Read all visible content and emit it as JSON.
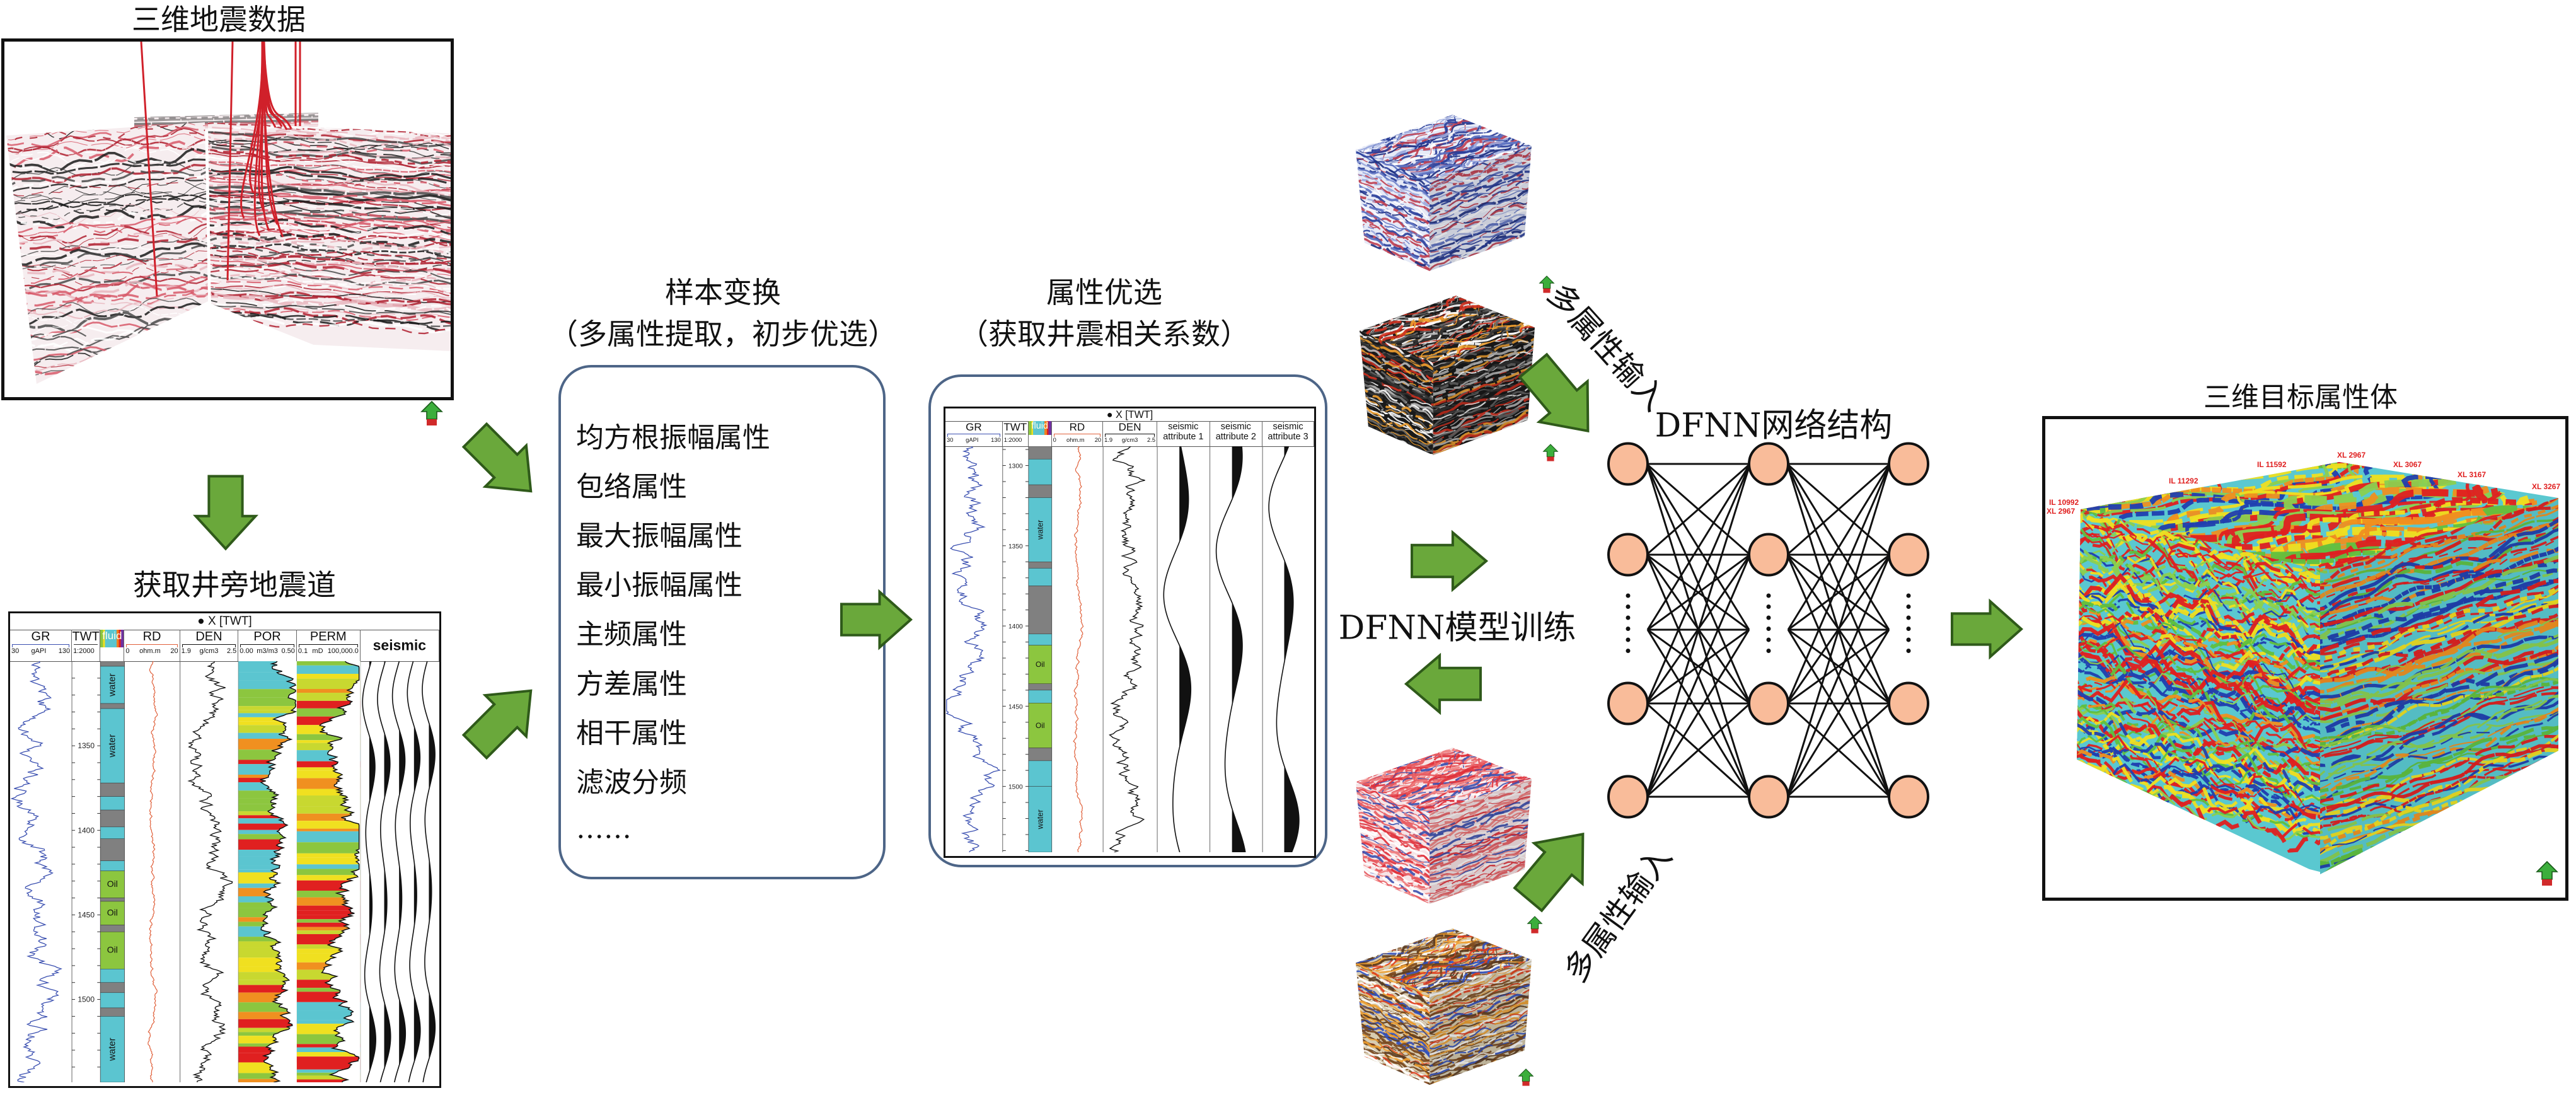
{
  "seismic_data": {
    "title": "三维地震数据"
  },
  "well_trace": {
    "title": "获取井旁地震道"
  },
  "sample_transform": {
    "title": "样本变换",
    "subtitle": "（多属性提取，初步优选）",
    "items": [
      "均方根振幅属性",
      "包络属性",
      "最大振幅属性",
      "最小振幅属性",
      "主频属性",
      "方差属性",
      "相干属性",
      "滤波分频",
      "……"
    ]
  },
  "attribute_selection": {
    "title": "属性优选",
    "subtitle": "（获取井震相关系数）"
  },
  "log_left": {
    "title": "● X [TWT]",
    "columns": [
      {
        "kind": "gr",
        "name": "GR",
        "min": "30",
        "unit": "gAPI",
        "max": "130",
        "color": "#3a4fb0"
      },
      {
        "kind": "twt",
        "name": "TWT",
        "scale": "1:2000"
      },
      {
        "kind": "fluid",
        "name": "fluid"
      },
      {
        "kind": "rd",
        "name": "RD",
        "min": "0",
        "unit": "ohm.m",
        "max": "20",
        "color": "#e0603a"
      },
      {
        "kind": "den",
        "name": "DEN",
        "min": "1.9",
        "unit": "g/cm3",
        "max": "2.5",
        "color": "#111111"
      },
      {
        "kind": "por",
        "name": "POR",
        "min": "0.00",
        "unit": "m3/m3",
        "max": "0.50",
        "color": "#111111"
      },
      {
        "kind": "perm",
        "name": "PERM",
        "min": "0.1",
        "unit": "mD",
        "max": "100,000.0",
        "color": "#111111"
      },
      {
        "kind": "wig",
        "name": "seismic"
      }
    ],
    "depth_range": [
      1300,
      1549
    ],
    "depth_ticks": [
      "1350",
      "1400",
      "1450",
      "1500"
    ],
    "fluid": [
      {
        "from": 1300,
        "to": 1303,
        "type": "shale"
      },
      {
        "from": 1303,
        "to": 1325,
        "type": "water",
        "label": "water"
      },
      {
        "from": 1325,
        "to": 1328,
        "type": "shale"
      },
      {
        "from": 1328,
        "to": 1372,
        "type": "water",
        "label": "water"
      },
      {
        "from": 1372,
        "to": 1380,
        "type": "shale"
      },
      {
        "from": 1380,
        "to": 1388,
        "type": "water"
      },
      {
        "from": 1388,
        "to": 1398,
        "type": "shale"
      },
      {
        "from": 1398,
        "to": 1405,
        "type": "water"
      },
      {
        "from": 1405,
        "to": 1418,
        "type": "shale"
      },
      {
        "from": 1418,
        "to": 1424,
        "type": "water"
      },
      {
        "from": 1424,
        "to": 1440,
        "type": "oil",
        "label": "Oil"
      },
      {
        "from": 1440,
        "to": 1442,
        "type": "shale"
      },
      {
        "from": 1442,
        "to": 1456,
        "type": "oil",
        "label": "Oil"
      },
      {
        "from": 1456,
        "to": 1460,
        "type": "shale"
      },
      {
        "from": 1460,
        "to": 1482,
        "type": "oil",
        "label": "Oil"
      },
      {
        "from": 1482,
        "to": 1490,
        "type": "water"
      },
      {
        "from": 1490,
        "to": 1496,
        "type": "shale"
      },
      {
        "from": 1496,
        "to": 1505,
        "type": "water"
      },
      {
        "from": 1505,
        "to": 1510,
        "type": "shale"
      },
      {
        "from": 1510,
        "to": 1549,
        "type": "water",
        "label": "water"
      }
    ]
  },
  "log_mid": {
    "title": "● X [TWT]",
    "columns": [
      {
        "kind": "gr",
        "name": "GR",
        "min": "30",
        "unit": "gAPI",
        "max": "130",
        "color": "#3a4fb0"
      },
      {
        "kind": "twt",
        "name": "TWT",
        "scale": "1:2000"
      },
      {
        "kind": "fluid",
        "name": "fluid"
      },
      {
        "kind": "rd",
        "name": "RD",
        "min": "0",
        "unit": "ohm.m",
        "max": "20",
        "color": "#e0603a"
      },
      {
        "kind": "den",
        "name": "DEN",
        "min": "1.9",
        "unit": "g/cm3",
        "max": "2.5",
        "color": "#111111"
      },
      {
        "kind": "attr",
        "name": "seismic",
        "name2": "attribute 1"
      },
      {
        "kind": "attr",
        "name": "seismic",
        "name2": "attribute 2"
      },
      {
        "kind": "attr",
        "name": "seismic",
        "name2": "attribute 3"
      }
    ],
    "depth_range": [
      1288,
      1541
    ],
    "depth_ticks": [
      "1300",
      "1350",
      "1400",
      "1450",
      "1500"
    ],
    "fluid": [
      {
        "from": 1288,
        "to": 1296,
        "type": "shale"
      },
      {
        "from": 1296,
        "to": 1312,
        "type": "water"
      },
      {
        "from": 1312,
        "to": 1320,
        "type": "shale"
      },
      {
        "from": 1320,
        "to": 1360,
        "type": "water",
        "label": "water"
      },
      {
        "from": 1360,
        "to": 1364,
        "type": "shale"
      },
      {
        "from": 1364,
        "to": 1375,
        "type": "water"
      },
      {
        "from": 1375,
        "to": 1405,
        "type": "shale"
      },
      {
        "from": 1405,
        "to": 1412,
        "type": "water"
      },
      {
        "from": 1412,
        "to": 1436,
        "type": "oil",
        "label": "Oil"
      },
      {
        "from": 1436,
        "to": 1440,
        "type": "shale"
      },
      {
        "from": 1440,
        "to": 1448,
        "type": "water"
      },
      {
        "from": 1448,
        "to": 1476,
        "type": "oil",
        "label": "Oil"
      },
      {
        "from": 1476,
        "to": 1484,
        "type": "shale"
      },
      {
        "from": 1484,
        "to": 1500,
        "type": "water"
      },
      {
        "from": 1500,
        "to": 1541,
        "type": "water",
        "label": "water"
      }
    ]
  },
  "multi_input_top": "多属性输入",
  "multi_input_bottom": "多属性输入",
  "training_label": "DFNN模型训练",
  "network": {
    "title": "DFNN网络结构",
    "layers": 3,
    "visible_nodes_per_layer": 4,
    "ellipsis": "⋮"
  },
  "result": {
    "title": "三维目标属性体",
    "labels": {
      "corner_il": "IL 10992",
      "corner_xl": "XL 2967",
      "il_11292": "IL 11292",
      "il_11592": "IL 11592",
      "apex_xl": "XL 2967",
      "xl_3067": "XL 3067",
      "xl_3167": "XL 3167",
      "xl_3267": "XL 3267"
    }
  },
  "colors": {
    "arrow_fill": "#6aa83b",
    "arrow_stroke": "#2f5a1a",
    "node_fill": "#f9bc9a",
    "box_border": "#4d6587",
    "water": "#5bc5d0",
    "oil": "#8cc63f",
    "shale": "#808080",
    "label_red": "#e02020"
  },
  "icons": [
    "seismic-cube-icon",
    "arrow-right-icon",
    "arrow-down-icon",
    "orientation-arrow-icon"
  ]
}
